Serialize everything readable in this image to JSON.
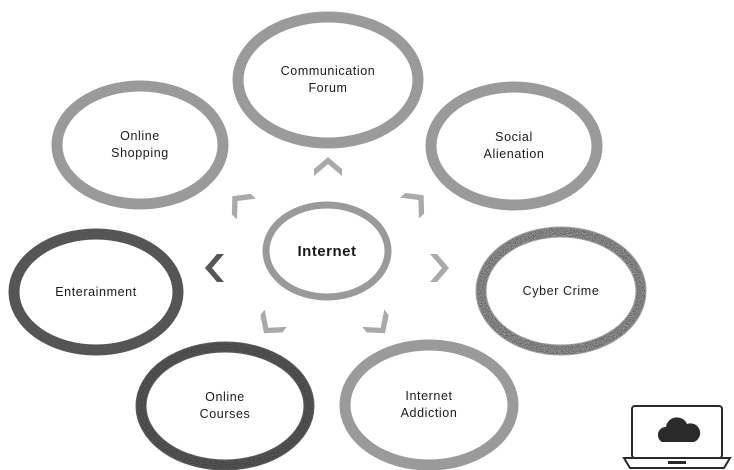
{
  "center": {
    "label": "Internet"
  },
  "nodes": [
    {
      "id": "communication-forum",
      "lines": [
        "Communication",
        "Forum"
      ],
      "stroke": "#9a9a9a",
      "style": "solid"
    },
    {
      "id": "social-alienation",
      "lines": [
        "Social",
        "Alienation"
      ],
      "stroke": "#9a9a9a",
      "style": "solid"
    },
    {
      "id": "cyber-crime",
      "lines": [
        "Cyber Crime"
      ],
      "stroke": "#9c9c9c",
      "style": "textured"
    },
    {
      "id": "internet-addiction",
      "lines": [
        "Internet",
        "Addiction"
      ],
      "stroke": "#9a9a9a",
      "style": "solid"
    },
    {
      "id": "online-courses",
      "lines": [
        "Online",
        "Courses"
      ],
      "stroke": "#595959",
      "style": "textured"
    },
    {
      "id": "enterainment",
      "lines": [
        "Enterainment"
      ],
      "stroke": "#555555",
      "style": "solid"
    },
    {
      "id": "online-shopping",
      "lines": [
        "Online",
        "Shopping"
      ],
      "stroke": "#9a9a9a",
      "style": "solid"
    }
  ],
  "colors": {
    "center_ring": "#9a9a9a",
    "arrow_light": "#a9a9a9",
    "arrow_dark": "#565656",
    "text": "#1a1a1a"
  },
  "corner_icon": "laptop-cloud-icon"
}
